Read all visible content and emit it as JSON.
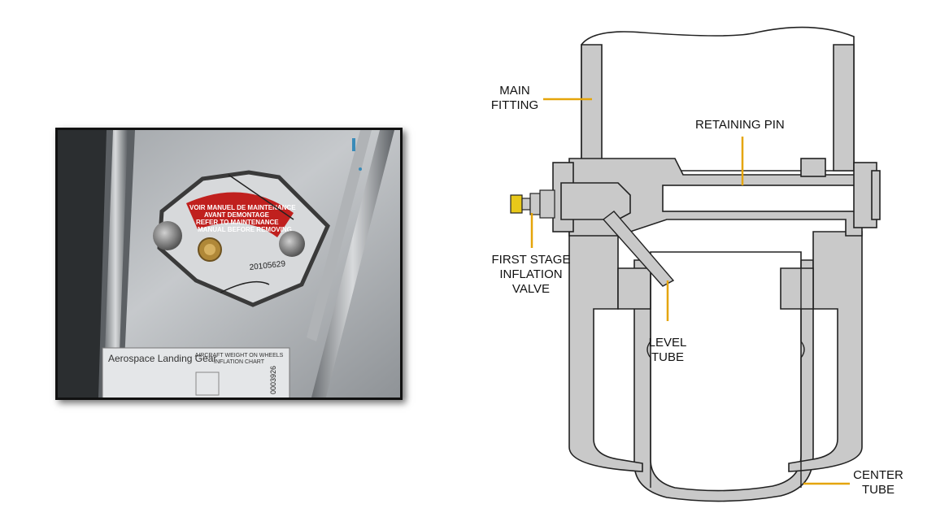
{
  "photo": {
    "warning_label_lines": [
      "VOIR MANUEL DE MAINTENANCE",
      "AVANT DEMONTAGE",
      "REFER TO MAINTENANCE",
      "MANUAL BEFORE REMOVING"
    ],
    "serial_text": "20105629",
    "placard_title": "Aerospace Landing Gear",
    "placard_subtitle": "AIRCRAFT WEIGHT ON WHEELS INFLATION CHART",
    "placard_number": "0003926"
  },
  "diagram": {
    "labels": {
      "main_fitting": [
        "MAIN",
        "FITTING"
      ],
      "retaining_pin": [
        "RETAINING PIN"
      ],
      "first_stage_valve": [
        "FIRST STAGE",
        "INFLATION",
        "VALVE"
      ],
      "level_tube": [
        "LEVEL",
        "TUBE"
      ],
      "center_tube": [
        "CENTER",
        "TUBE"
      ]
    },
    "colors": {
      "leader": "#e5a50a",
      "metal": "#c9c9c9",
      "outline": "#222222",
      "valve": "#e8c81a"
    }
  }
}
